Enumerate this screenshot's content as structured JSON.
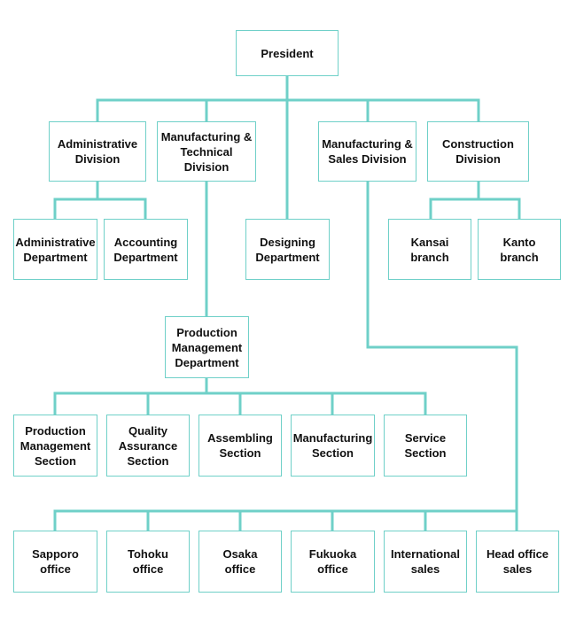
{
  "colors": {
    "line": "#6fd0c8",
    "border": "#6fd0c8",
    "text": "#111111",
    "background": "#ffffff"
  },
  "nodes": {
    "president": "President",
    "administrative_division": "Administrative\nDivision",
    "manufacturing_technical_division": "Manufacturing &\nTechnical Division",
    "manufacturing_sales_division": "Manufacturing &\nSales Division",
    "construction_division": "Construction\nDivision",
    "administrative_department": "Administrative\nDepartment",
    "accounting_department": "Accounting\nDepartment",
    "designing_department": "Designing\nDepartment",
    "kansai_branch": "Kansai\nbranch",
    "kanto_branch": "Kanto\nbranch",
    "production_management_department": "Production\nManagement\nDepartment",
    "production_management_section": "Production\nManagement\nSection",
    "quality_assurance_section": "Quality\nAssurance\nSection",
    "assembling_section": "Assembling\nSection",
    "manufacturing_section": "Manufacturing\nSection",
    "service_section": "Service\nSection",
    "sapporo_office": "Sapporo\noffice",
    "tohoku_office": "Tohoku\noffice",
    "osaka_office": "Osaka\noffice",
    "fukuoka_office": "Fukuoka\noffice",
    "international_sales": "International\nsales",
    "head_office_sales": "Head office\nsales"
  }
}
